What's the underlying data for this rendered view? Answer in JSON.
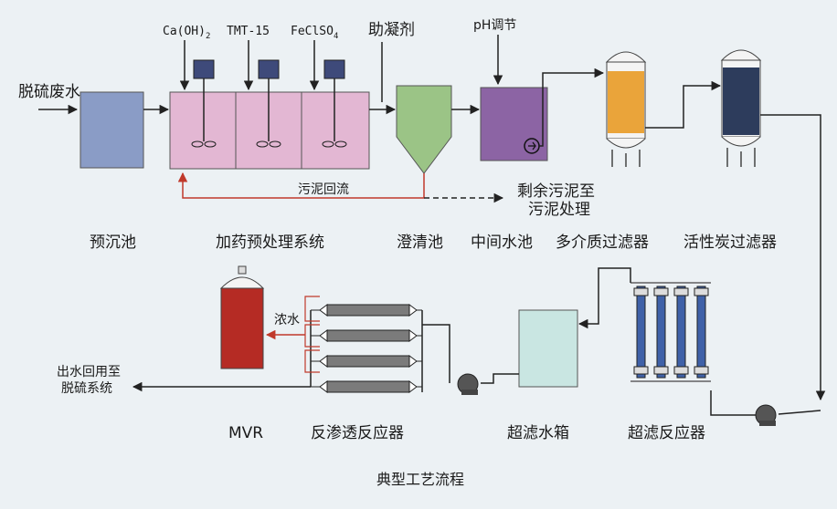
{
  "inputs": {
    "wastewater": "脱硫废水",
    "chem_ca": "Ca(OH)",
    "chem_ca_sub": "2",
    "chem_tmt": "TMT-15",
    "chem_fe": "FeClSO",
    "chem_fe_sub": "4",
    "coagulant": "助凝剂",
    "ph": "pH调节"
  },
  "annotations": {
    "sludge_return": "污泥回流",
    "excess_sludge_1": "剩余污泥至",
    "excess_sludge_2": "污泥处理",
    "concentrate": "浓水",
    "outlet_1": "出水回用至",
    "outlet_2": "脱硫系统"
  },
  "units": {
    "presettling": "预沉池",
    "pretreatment": "加药预处理系统",
    "clarifier": "澄清池",
    "intermediate": "中间水池",
    "multimedia": "多介质过滤器",
    "carbon": "活性炭过滤器",
    "mvr": "MVR",
    "ro": "反渗透反应器",
    "uf_tank": "超滤水箱",
    "uf": "超滤反应器"
  },
  "caption": "典型工艺流程",
  "colors": {
    "presettling": "#8a9cc6",
    "pretreatment": "#e3b7d3",
    "clarifier": "#9bc486",
    "intermediate": "#8c64a4",
    "multimedia": "#eaa43a",
    "carbon": "#2d3c5c",
    "mvr": "#b52b24",
    "uf_tank": "#c9e6e2",
    "uf_module": "#3f61a8",
    "ro_module": "#7b7b7b",
    "flow_line": "#222222",
    "red_line": "#c0392b",
    "background": "#ecf1f4"
  }
}
